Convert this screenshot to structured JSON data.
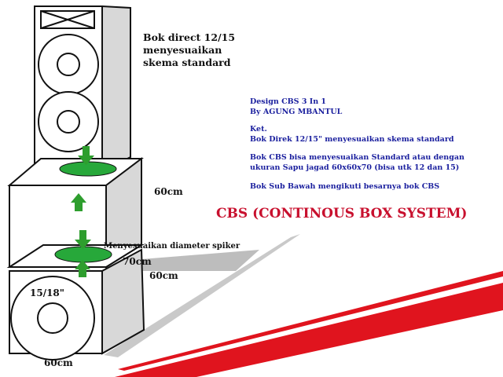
{
  "colors": {
    "note_blue": "#1a1f9e",
    "title_red": "#c8102e",
    "accent_red": "#e0141e",
    "arrow_green": "#2e9e2e",
    "port_green": "#27a83a",
    "shadow_grey": "#c9c9c9",
    "box_side_grey": "#d8d8d8",
    "line_black": "#111111"
  },
  "labels": {
    "top_box": [
      "Bok direct 12/15",
      "menyesuaikan",
      "skema standard"
    ],
    "cbs_width": "60cm",
    "spiker_note": "Menyesuaikan diameter spiker",
    "cbs_depth": "70cm",
    "sub_depth": "60cm",
    "sub_woofer": "15/18\"",
    "sub_width": "60cm"
  },
  "notes": {
    "design_title": "Design CBS  3 In 1",
    "author": "By AGUNG MBANTUL",
    "ket_label": "Ket.",
    "item1": "Bok Direk 12/15\" menyesuaikan skema standard",
    "item2_line1": "Bok CBS bisa menyesuaikan Standard atau dengan",
    "item2_line2": "ukuran Sapu jagad  60x60x70  (bisa utk 12 dan 15)",
    "item3": "Bok Sub Bawah mengikuti besarnya bok CBS"
  },
  "title": "CBS (CONTINOUS BOX SYSTEM)",
  "icons": [
    "arrow-up-icon",
    "arrow-down-icon",
    "speaker-cone-icon",
    "bass-port-icon"
  ]
}
